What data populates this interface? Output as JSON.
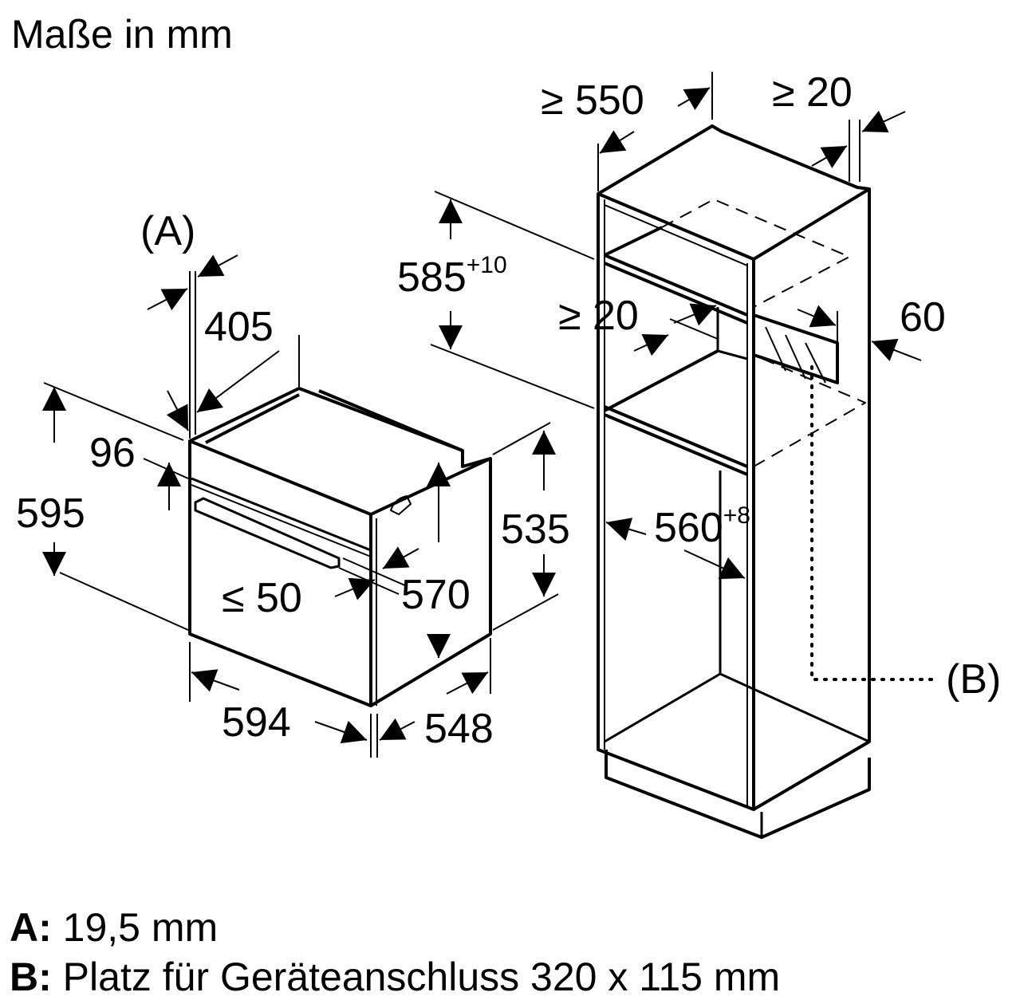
{
  "title": "Maße in mm",
  "dims": {
    "ge550": "≥ 550",
    "ge20_top": "≥ 20",
    "A": "(A)",
    "d405": "405",
    "d585": "585",
    "d585_tol": "+10",
    "ge20_mid": "≥ 20",
    "d60": "60",
    "d96": "96",
    "d595": "595",
    "d535": "535",
    "d560": "560",
    "d560_tol": "+8",
    "le50": "≤ 50",
    "d570": "570",
    "B": "(B)",
    "d594": "594",
    "d548": "548"
  },
  "legend": [
    {
      "key": "A:",
      "text": "19,5 mm"
    },
    {
      "key": "B:",
      "text": "Platz für Geräteanschluss 320 x 115 mm"
    }
  ]
}
